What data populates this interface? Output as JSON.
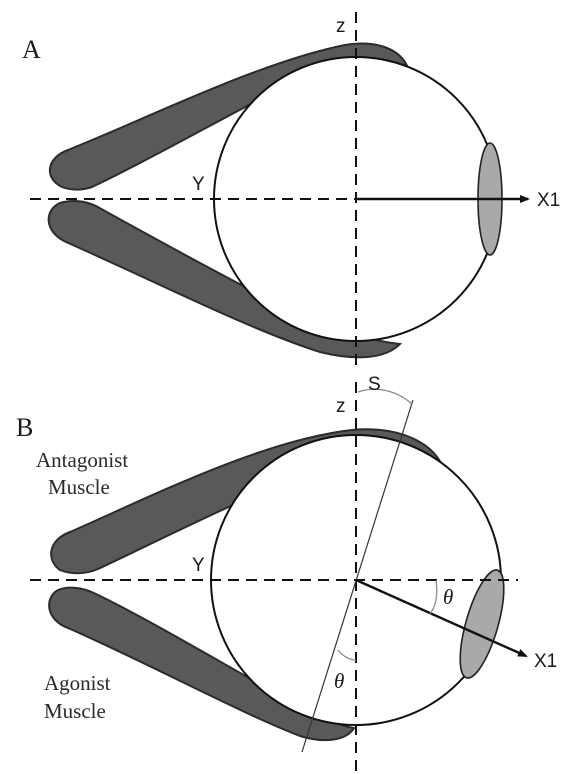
{
  "panel_a": {
    "letter": "A",
    "z_label": "z",
    "y_label": "Y",
    "x_label": "X1"
  },
  "panel_b": {
    "letter": "B",
    "z_label": "z",
    "y_label": "Y",
    "x_label": "X1",
    "s_label": "S",
    "theta_right": "θ",
    "theta_bottom": "θ",
    "antagonist_line1": "Antagonist",
    "antagonist_line2": "Muscle",
    "agonist_line1": "Agonist",
    "agonist_line2": "Muscle"
  },
  "colors": {
    "muscle_fill": "#595959",
    "cornea_fill": "#a9a9a9",
    "line": "#111111"
  }
}
